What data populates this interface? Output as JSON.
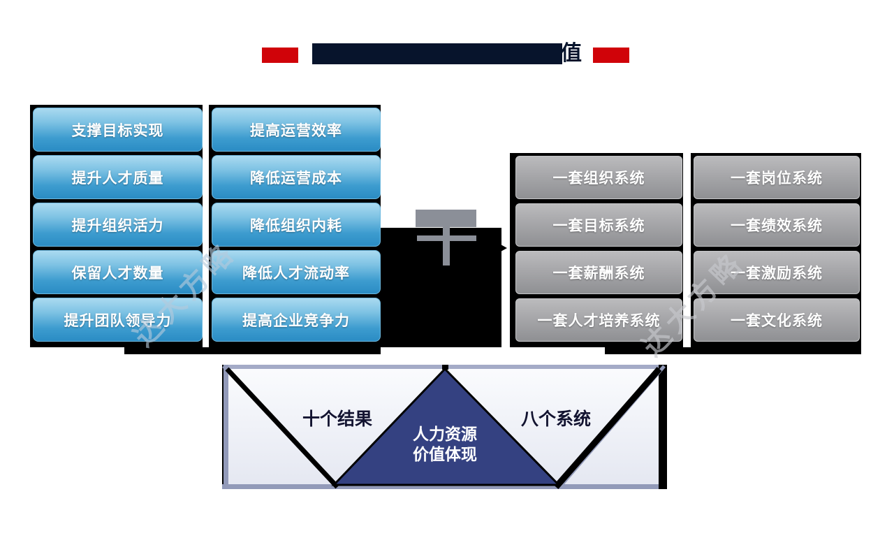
{
  "title": {
    "visible_text": "值"
  },
  "watermark": {
    "text": "达大方略"
  },
  "results": {
    "col1": [
      "支撑目标实现",
      "提升人才质量",
      "提升组织活力",
      "保留人才数量",
      "提升团队领导力"
    ],
    "col2": [
      "提高运营效率",
      "降低运营成本",
      "降低组织内耗",
      "降低人才流动率",
      "提高企业竞争力"
    ]
  },
  "systems": {
    "col1": [
      "一套组织系统",
      "一套目标系统",
      "一套薪酬系统",
      "一套人才培养系统"
    ],
    "col2": [
      "一套岗位系统",
      "一套绩效系统",
      "一套激励系统",
      "一套文化系统"
    ]
  },
  "bottom": {
    "left_label": "十个结果",
    "right_label": "八个系统",
    "center_line1": "人力资源",
    "center_line2": "价值体现"
  },
  "colors": {
    "accent_red": "#d00309",
    "title_navy": "#07142c",
    "button_blue": "#2b8cc4",
    "button_gray": "#9b9b9e",
    "triangle_blue": "#344181",
    "frame_periwinkle": "#929ab9"
  }
}
